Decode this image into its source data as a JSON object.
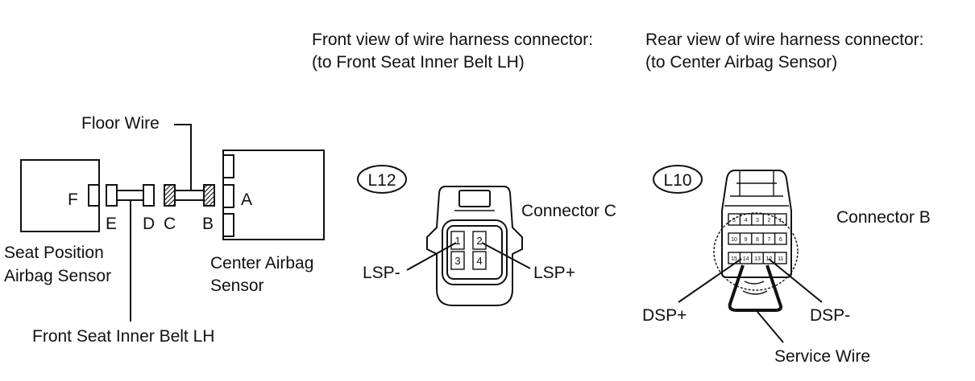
{
  "headers": {
    "front_view_line1": "Front view of wire harness connector:",
    "front_view_line2": "(to Front Seat Inner Belt LH)",
    "rear_view_line1": "Rear view of wire harness connector:",
    "rear_view_line2": "(to Center Airbag Sensor)"
  },
  "wiring": {
    "floor_wire": "Floor Wire",
    "seat_sensor_line1": "Seat Position",
    "seat_sensor_line2": "Airbag Sensor",
    "center_sensor_line1": "Center Airbag",
    "center_sensor_line2": "Sensor",
    "front_belt": "Front Seat Inner Belt LH",
    "letters": {
      "F": "F",
      "E": "E",
      "D": "D",
      "C": "C",
      "B": "B",
      "A": "A"
    }
  },
  "connector_c": {
    "code": "L12",
    "label": "Connector C",
    "pins": [
      "1",
      "2",
      "3",
      "4"
    ],
    "left_terminal": "LSP-",
    "right_terminal": "LSP+"
  },
  "connector_b": {
    "code": "L10",
    "label": "Connector B",
    "pins_row1": [
      "5",
      "4",
      "3",
      "2",
      "1"
    ],
    "pins_row2": [
      "10",
      "9",
      "8",
      "7",
      "6"
    ],
    "pins_row3": [
      "15",
      "14",
      "13",
      "12",
      "11"
    ],
    "left_terminal": "DSP+",
    "right_terminal": "DSP-",
    "service_wire": "Service Wire"
  }
}
